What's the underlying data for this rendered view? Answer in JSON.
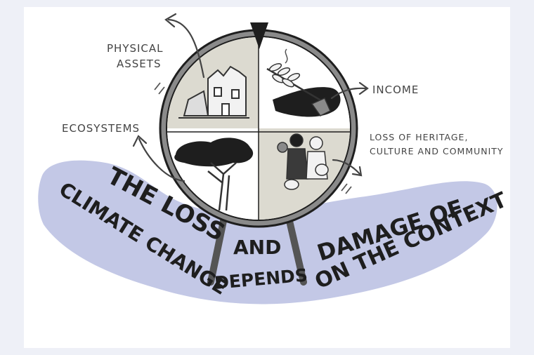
{
  "labels": {
    "physical_assets_1": "PHYSICAL",
    "physical_assets_2": "ASSETS",
    "ecosystems": "ECOSYSTEMS",
    "income": "INCOME",
    "heritage_1": "LOSS OF HERITAGE,",
    "heritage_2": "CULTURE AND COMMUNITY"
  },
  "banner": {
    "word_the_loss": "THE LOSS",
    "word_and": "AND",
    "word_damage_of": "DAMAGE OF",
    "word_climate_change": "CLIMATE CHANGE",
    "word_depends": "DEPENDS",
    "word_on_the_context": "ON THE CONTEXT"
  },
  "colors": {
    "banner": "#c3c8e6",
    "quadrant_beige": "#dcdad0",
    "ink": "#1e1e1e",
    "rim": "#8a8a8a"
  }
}
